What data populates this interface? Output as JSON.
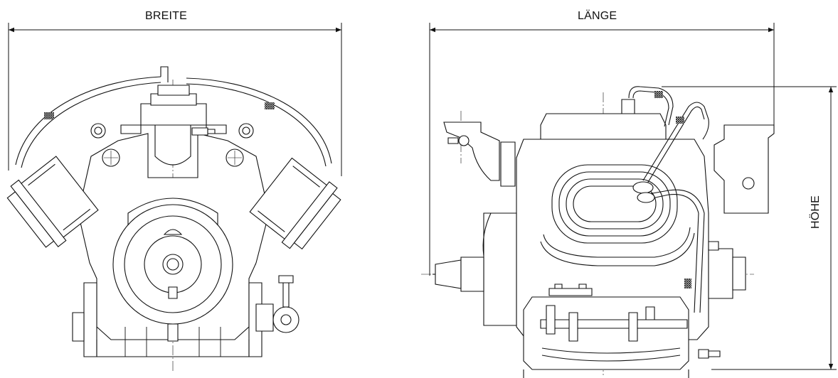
{
  "labels": {
    "width": "BREITE",
    "length": "LÄNGE",
    "height": "HÖHE"
  },
  "colors": {
    "ink": "#111111",
    "background": "#ffffff"
  },
  "views": [
    "front-view",
    "side-view"
  ]
}
